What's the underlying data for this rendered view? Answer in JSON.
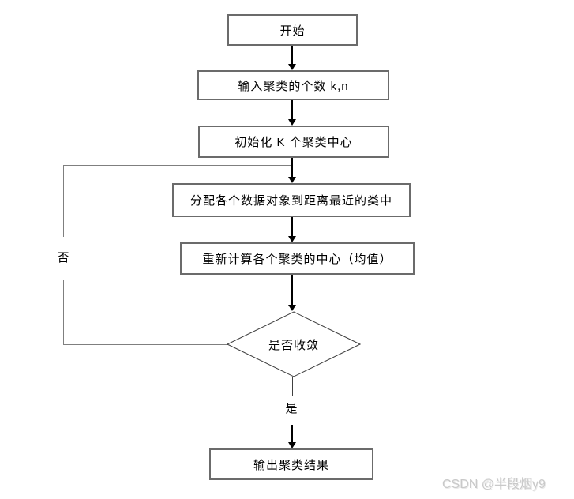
{
  "nodes": {
    "start": {
      "label": "开始"
    },
    "input": {
      "label": "输入聚类的个数 k,n"
    },
    "init": {
      "label": "初始化 K 个聚类中心"
    },
    "assign": {
      "label": "分配各个数据对象到距离最近的类中"
    },
    "recompute": {
      "label": "重新计算各个聚类的中心（均值）"
    },
    "decision": {
      "label": "是否收敛"
    },
    "output": {
      "label": "输出聚类结果"
    }
  },
  "branch_labels": {
    "no": "否",
    "yes": "是"
  },
  "watermark": {
    "text": "CSDN @半段烟y9"
  },
  "colors": {
    "box_border": "#6b6b6b",
    "arrow": "#000000",
    "loop_line": "#7f7f7f",
    "diamond_stroke": "#404040",
    "watermark_text": "#c9c9c9",
    "background": "#ffffff"
  }
}
